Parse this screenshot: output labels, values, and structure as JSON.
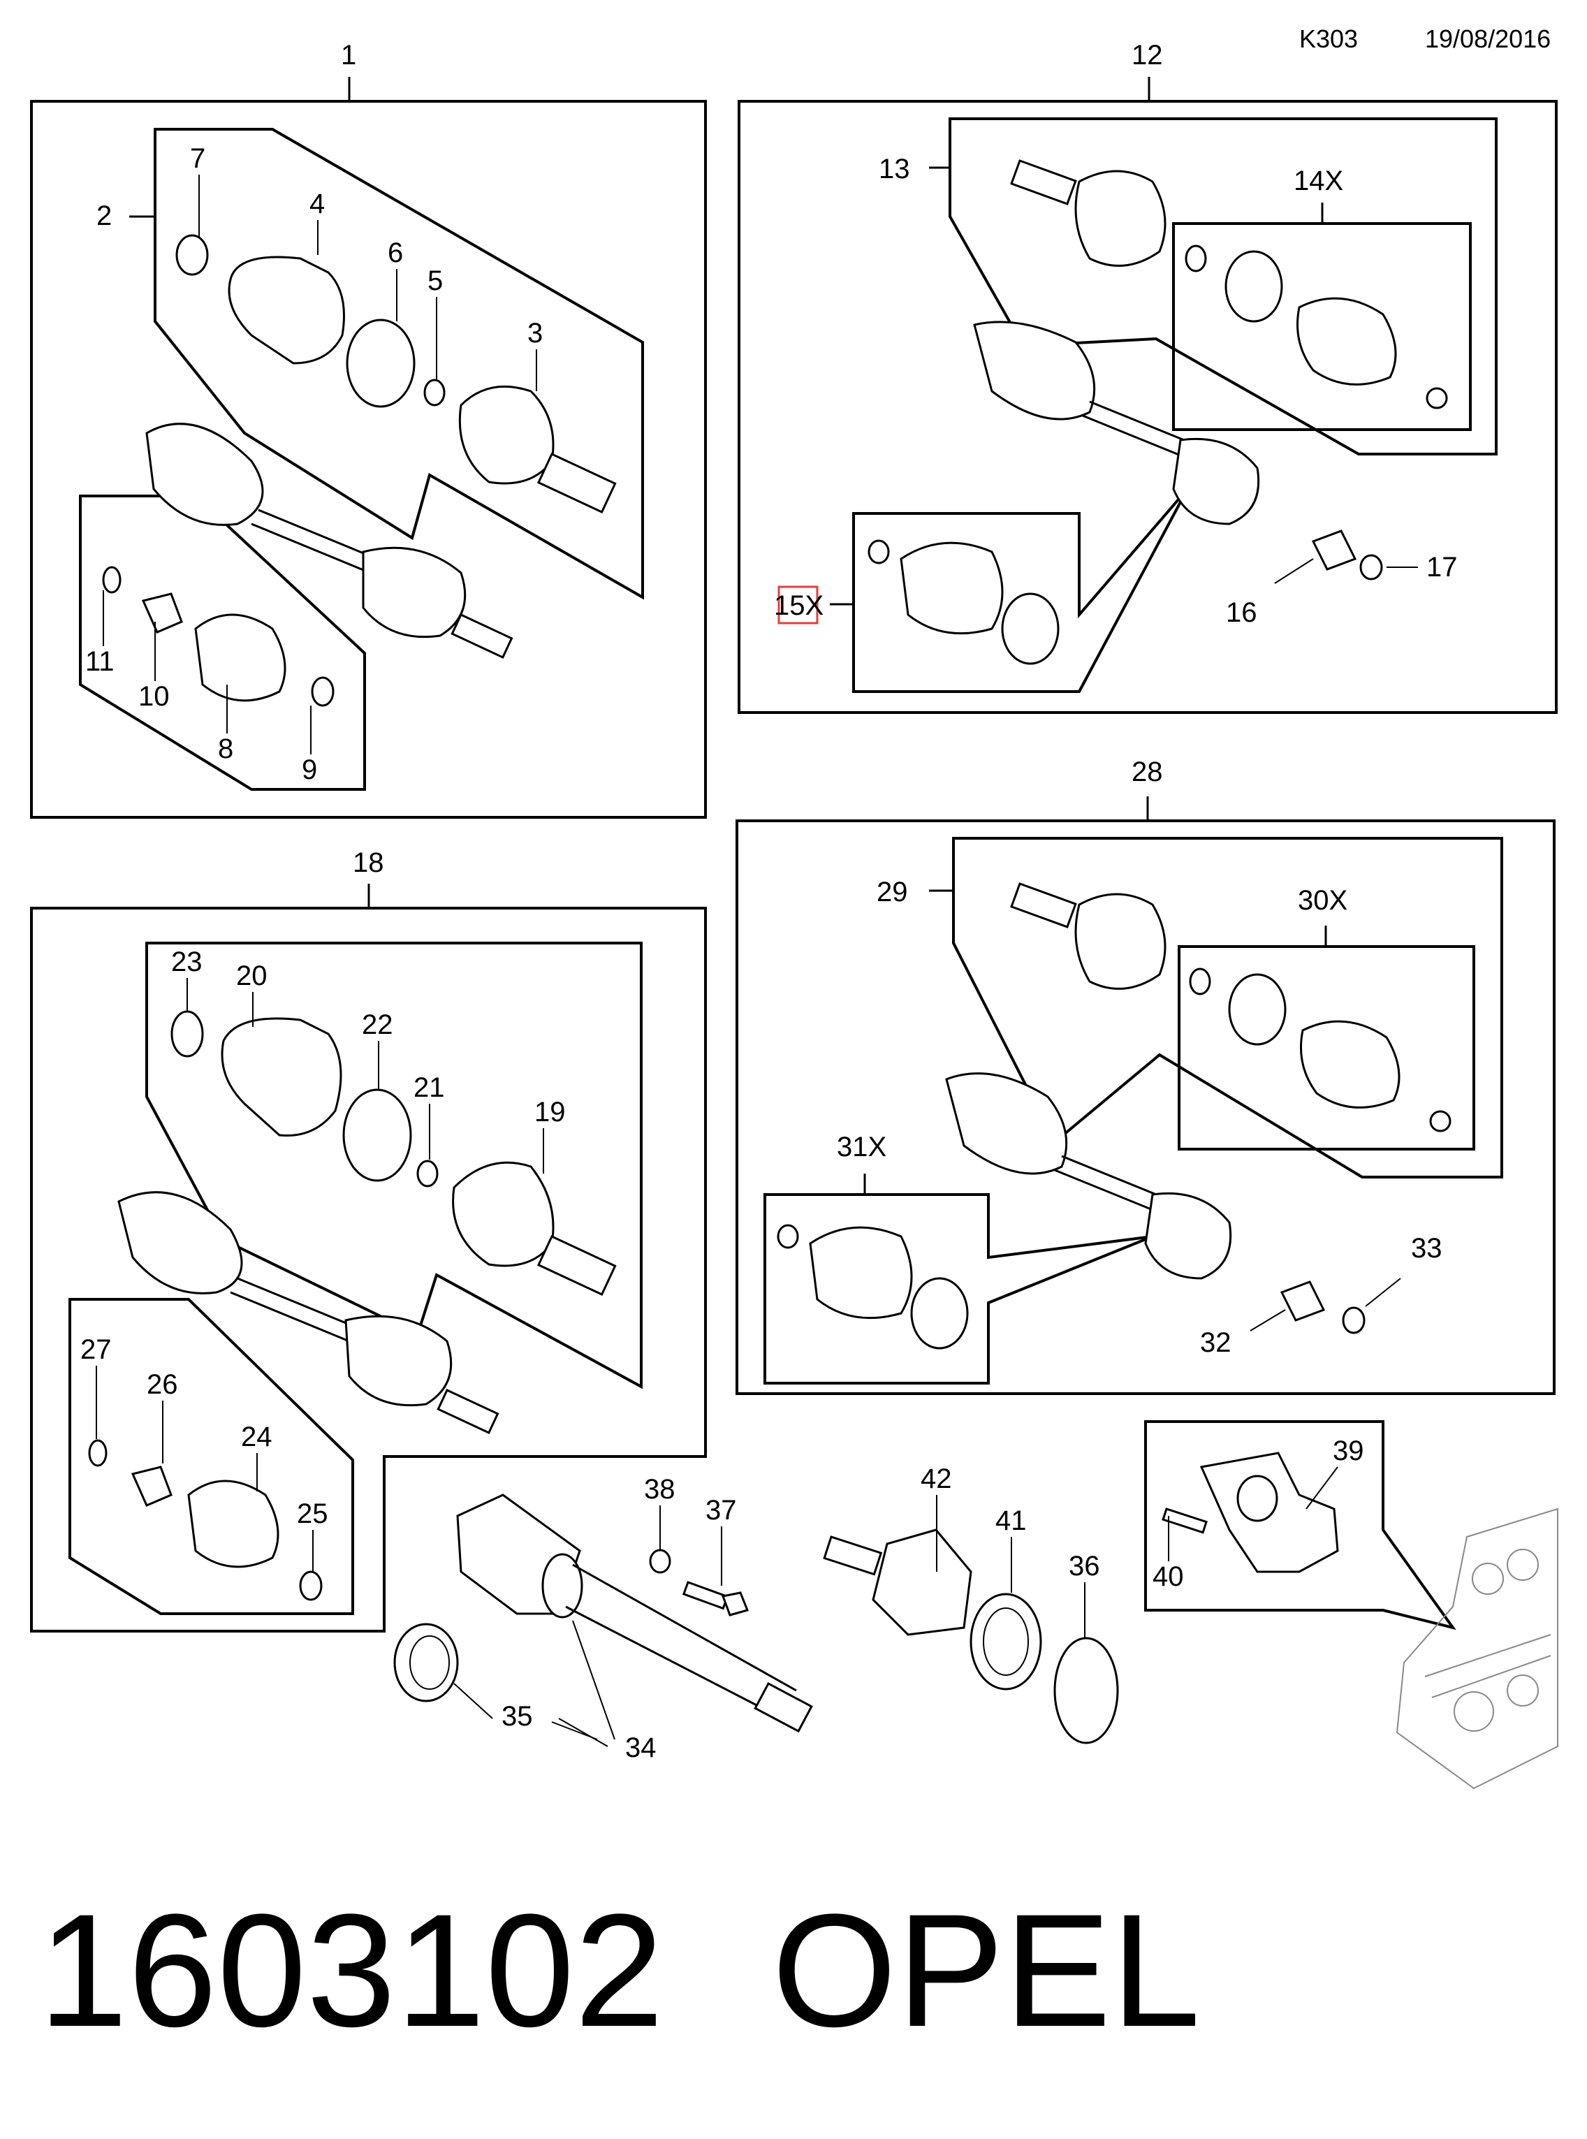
{
  "header": {
    "code": "K303",
    "date": "19/08/2016"
  },
  "footer": {
    "part_number": "1603102",
    "brand": "OPEL"
  },
  "callouts": {
    "c1": "1",
    "c2": "2",
    "c3": "3",
    "c4": "4",
    "c5": "5",
    "c6": "6",
    "c7": "7",
    "c8": "8",
    "c9": "9",
    "c10": "10",
    "c11": "11",
    "c12": "12",
    "c13": "13",
    "c14": "14X",
    "c15": "15X",
    "c16": "16",
    "c17": "17",
    "c18": "18",
    "c19": "19",
    "c20": "20",
    "c21": "21",
    "c22": "22",
    "c23": "23",
    "c24": "24",
    "c25": "25",
    "c26": "26",
    "c27": "27",
    "c28": "28",
    "c29": "29",
    "c30": "30X",
    "c31": "31X",
    "c32": "32",
    "c33": "33",
    "c34": "34",
    "c35": "35",
    "c36": "36",
    "c37": "37",
    "c38": "38",
    "c39": "39",
    "c40": "40",
    "c41": "41",
    "c42": "42"
  },
  "highlight_color": "#e04040"
}
